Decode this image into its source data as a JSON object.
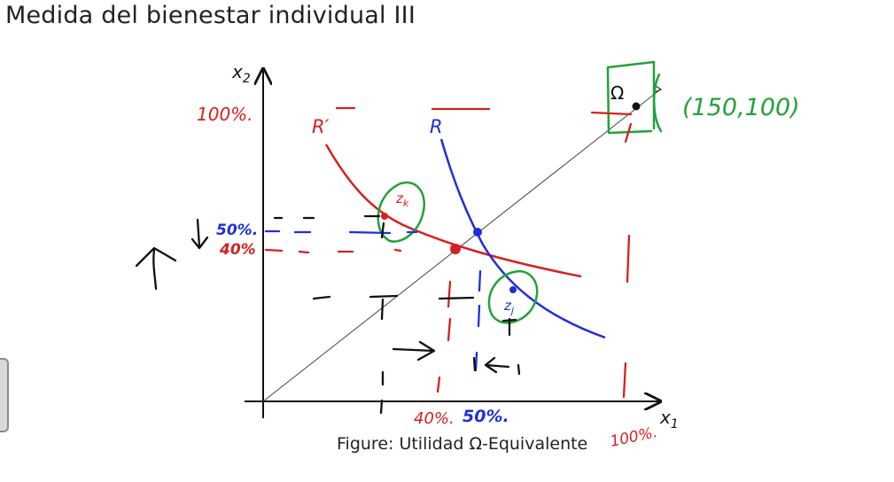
{
  "slide": {
    "title": "Medida del bienestar individual III"
  },
  "figure": {
    "caption": "Figure: Utilidad Ω-Equivalente"
  },
  "axes": {
    "x_label": "x",
    "x_sub": "1",
    "y_label": "x",
    "y_sub": "2"
  },
  "curves": {
    "r_prime": {
      "label": "R′",
      "color": "#d62020"
    },
    "r": {
      "label": "R",
      "color": "#1f2fd8"
    }
  },
  "points": {
    "omega": {
      "label": "Ω"
    },
    "zk": {
      "label": "z",
      "sub": "k"
    },
    "zj": {
      "label": "z",
      "sub": "j"
    }
  },
  "annotations": {
    "omega_coords": "(150,100)",
    "y_100": "100%.",
    "y_50": "50%.",
    "y_40": "40%",
    "x_40": "40%.",
    "x_50": "50%.",
    "x_100": "100%."
  },
  "colors": {
    "axis": "#111111",
    "diagonal": "#444444",
    "ink_red": "#d62020",
    "ink_blue": "#1f2fd8",
    "ink_green": "#22a23a",
    "ink_black": "#111111"
  }
}
